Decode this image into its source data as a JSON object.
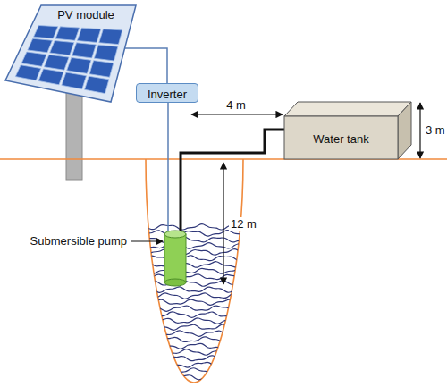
{
  "diagram": {
    "nodes": [
      {
        "text": [
          "PV module"
        ]
      },
      {
        "text": [
          "Inverter"
        ]
      },
      {
        "text": [
          "Water tank"
        ]
      },
      {
        "text": [
          "Submersible pump"
        ]
      }
    ],
    "edges": [
      {
        "from": 0,
        "to": 1,
        "arrow": "none"
      },
      {
        "from": 1,
        "to": 3,
        "arrow": "none"
      },
      {
        "from": 3,
        "to": 2,
        "arrow": "none"
      }
    ],
    "labels": [
      "4 m",
      "3 m",
      "12 m"
    ]
  }
}
